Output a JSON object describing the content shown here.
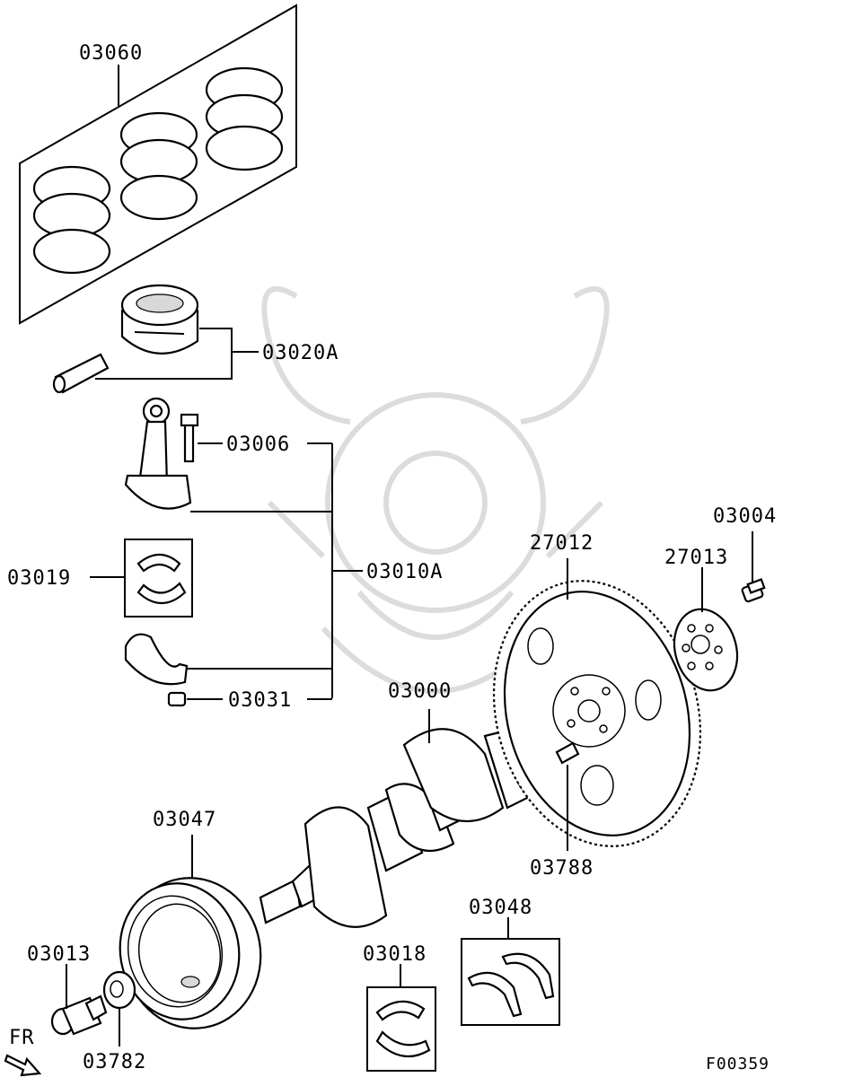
{
  "labels": {
    "piston_ring_set": "03060",
    "piston_pin_set": "03020A",
    "rod_bolt": "03006",
    "rod_bearing": "03019",
    "rod_assembly": "03010A",
    "rod_nut": "03031",
    "crankshaft": "03000",
    "drive_plate": "27012",
    "adapter_plate": "27013",
    "drive_plate_bolt": "03004",
    "dowel_pin": "03788",
    "damper_pulley": "03047",
    "thrust_bearing": "03048",
    "main_bearing": "03018",
    "pulley_bolt": "03013",
    "washer": "03782",
    "front_marker": "FR",
    "figure_code": "F00359"
  }
}
